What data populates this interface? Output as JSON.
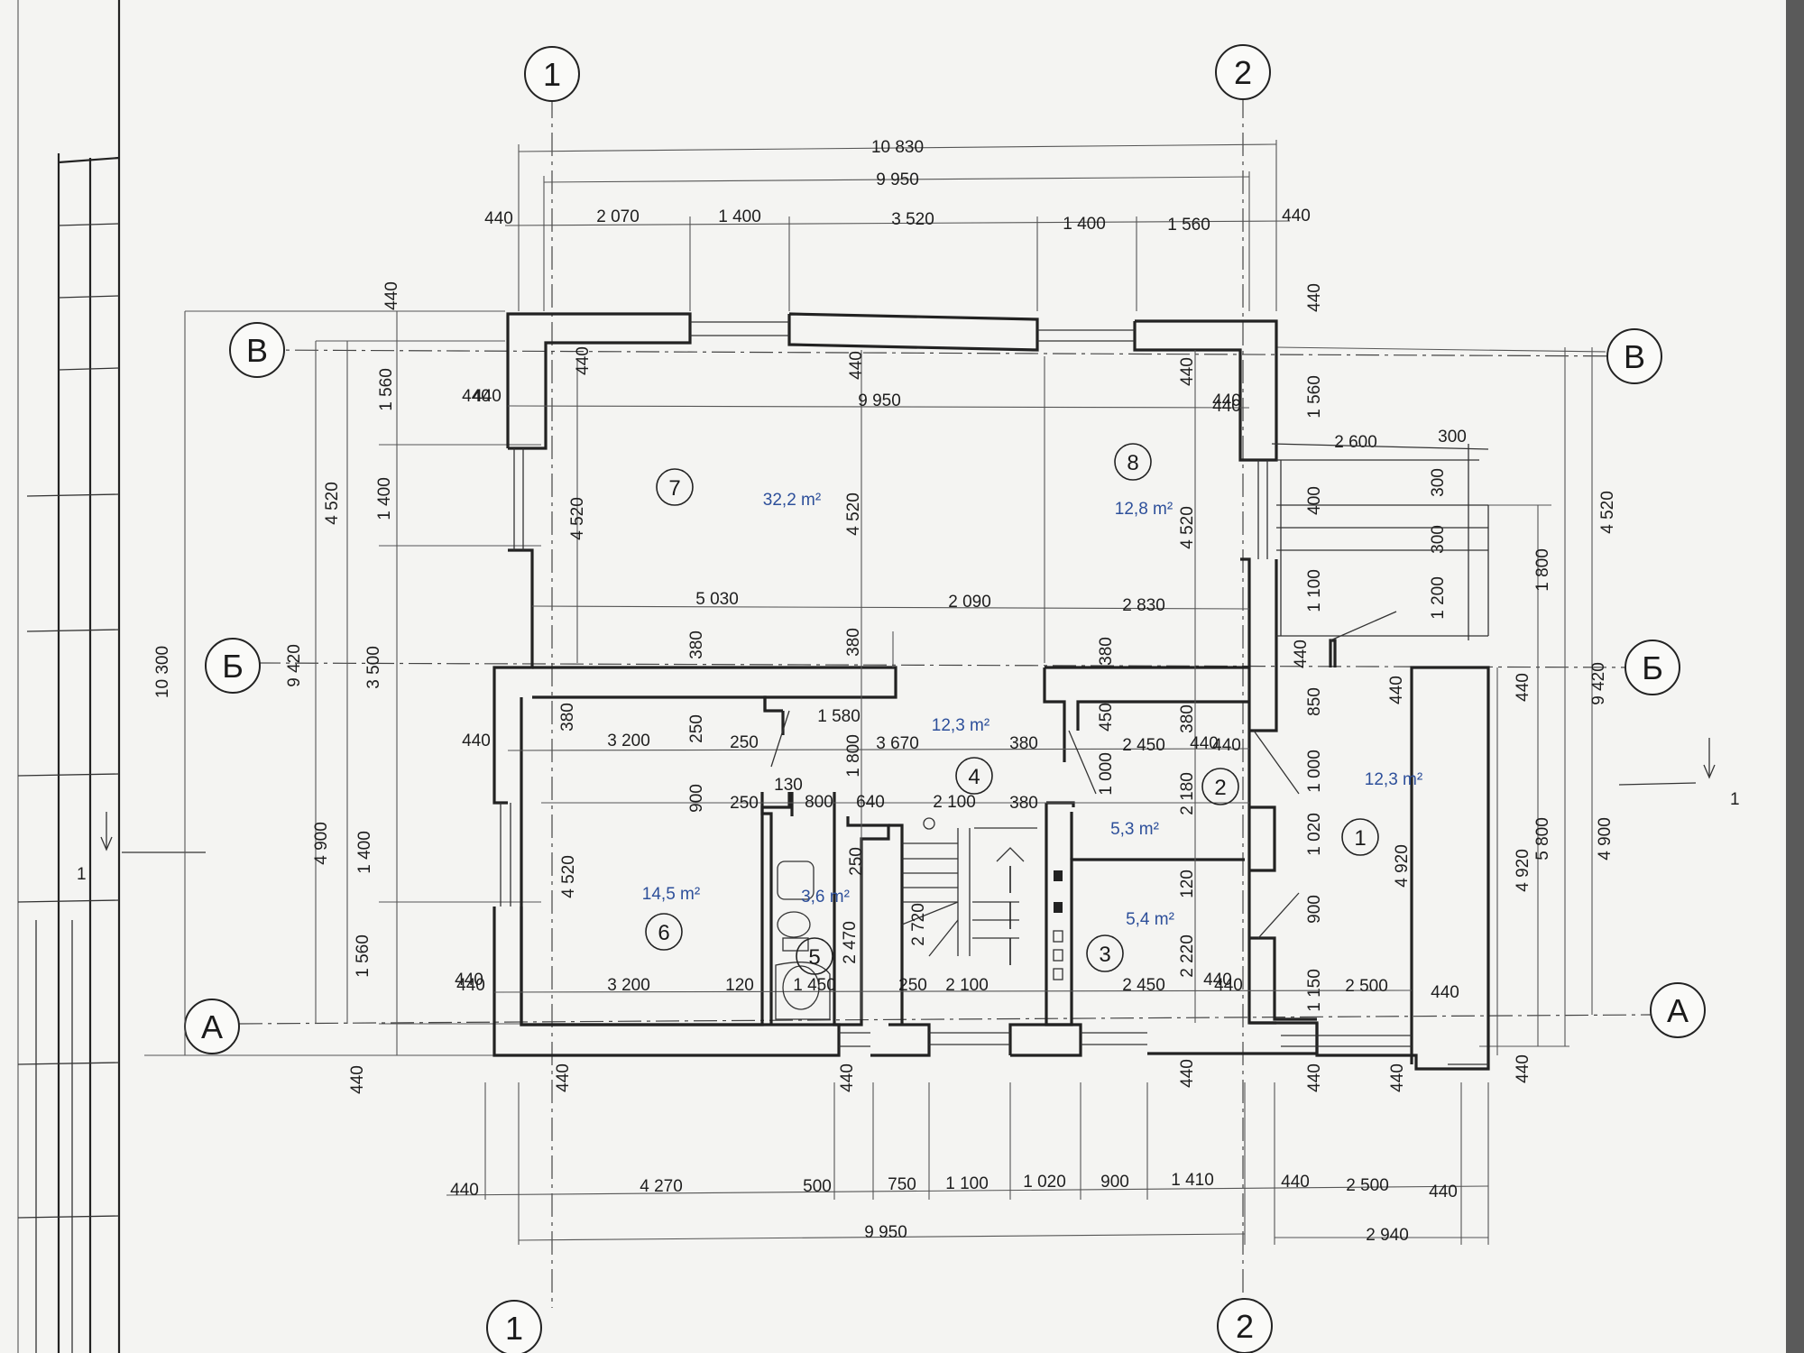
{
  "axes": {
    "col_1": "1",
    "col_2": "2",
    "row_A": "А",
    "row_B": "Б",
    "row_V": "В",
    "section": "1"
  },
  "top_dims": {
    "overall": "10 830",
    "axis": "9 950",
    "a": "440",
    "b": "2 070",
    "c": "1 400",
    "d": "3 520",
    "e": "1 400",
    "f": "1 560",
    "g": "440"
  },
  "bottom_dims": {
    "a": "440",
    "b": "4 270",
    "c": "500",
    "d": "750",
    "e": "1 100",
    "f": "1 020",
    "g": "900",
    "h": "1 410",
    "i": "440",
    "j": "2 500",
    "k": "440",
    "axis": "9 950",
    "porch": "2 940"
  },
  "left_dims": {
    "overall": "10 300",
    "axis": "9 420",
    "upper": "4 520",
    "lower": "4 900",
    "v1": "440",
    "v2": "1 560",
    "v3": "1 400",
    "v4": "3 500",
    "v5": "1 400",
    "v6": "1 560",
    "v7": "440"
  },
  "right_dims": {
    "overall": "9 420",
    "upper": "4 520",
    "lower": "4 900",
    "porch_total": "5 800",
    "porch_len": "4 920",
    "porch_a": "440",
    "porch_b": "440",
    "a": "440",
    "b": "1 560",
    "c": "400",
    "d": "1 100",
    "e": "440",
    "f": "850",
    "g": "1 000",
    "h": "1 020",
    "i": "900",
    "j": "1 150",
    "k": "440",
    "s1": "300",
    "s2": "300",
    "s3": "1 200",
    "s4": "1 800",
    "s5": "2 600",
    "s6": "300"
  },
  "interior_dims": {
    "d9950": "9 950",
    "d440a": "440",
    "d440b": "440",
    "d440c": "440",
    "d440d": "440",
    "d440e": "440",
    "d4520a": "4 520",
    "d4520b": "4 520",
    "d4520c": "4 520",
    "d5030": "5 030",
    "d2090": "2 090",
    "d2830": "2 830",
    "d380a": "380",
    "d380b": "380",
    "d380c": "380",
    "d380d": "380",
    "d380e": "380",
    "d380f": "380",
    "d380g": "380",
    "d3200a": "3 200",
    "d3200b": "3 200",
    "d250a": "250",
    "d250b": "250",
    "d250c": "250",
    "d250d": "250",
    "d250e": "250",
    "d1580": "1 580",
    "d3670": "3 670",
    "d1800": "1 800",
    "d900a": "900",
    "d130": "130",
    "d800": "800",
    "d640": "640",
    "d2100a": "2 100",
    "d2100b": "2 100",
    "d450": "450",
    "d1000": "1 000",
    "d2450a": "2 450",
    "d2450b": "2 450",
    "d2180": "2 180",
    "d4520d": "4 520",
    "d2470": "2 470",
    "d2720": "2 720",
    "d120a": "120",
    "d120b": "120",
    "d1450": "1 450",
    "d2220": "2 220",
    "d4920": "4 920",
    "d2500": "2 500",
    "d440f": "440",
    "d440g": "440",
    "d440h": "440",
    "d440i": "440",
    "d440j": "440",
    "d440k": "440",
    "d440l": "440",
    "d440m": "440",
    "d440n": "440",
    "d440o": "440",
    "d440p": "440",
    "d440q": "440",
    "d440r": "440",
    "d440s": "440",
    "d440t": "440"
  },
  "rooms": [
    {
      "num": "1",
      "area": "12,3 m²"
    },
    {
      "num": "2",
      "area": "5,3 m²"
    },
    {
      "num": "3",
      "area": "5,4 m²"
    },
    {
      "num": "4",
      "area": "12,3 m²"
    },
    {
      "num": "5",
      "area": "3,6 m²"
    },
    {
      "num": "6",
      "area": "14,5 m²"
    },
    {
      "num": "7",
      "area": "32,2 m²"
    },
    {
      "num": "8",
      "area": "12,8 m²"
    }
  ]
}
